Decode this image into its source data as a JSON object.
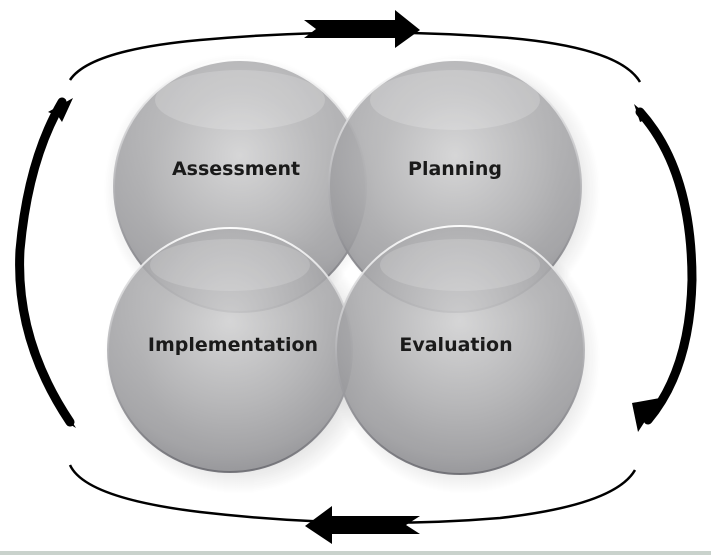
{
  "title": "",
  "colors": {
    "arrow": "#000000",
    "circle_fill": "#a4a4a6",
    "label_text": "#1a1a1a",
    "background": "#ffffff"
  },
  "cycle_direction": "clockwise",
  "phases": [
    {
      "id": "assessment",
      "label": "Assessment"
    },
    {
      "id": "planning",
      "label": "Planning"
    },
    {
      "id": "implementation",
      "label": "Implementation"
    },
    {
      "id": "evaluation",
      "label": "Evaluation"
    }
  ],
  "arrows": [
    {
      "name": "top-right-arrow-icon",
      "direction": "right"
    },
    {
      "name": "right-down-arrow-icon",
      "direction": "down"
    },
    {
      "name": "bottom-left-arrow-icon",
      "direction": "left"
    },
    {
      "name": "left-up-arrow-icon",
      "direction": "up"
    }
  ]
}
